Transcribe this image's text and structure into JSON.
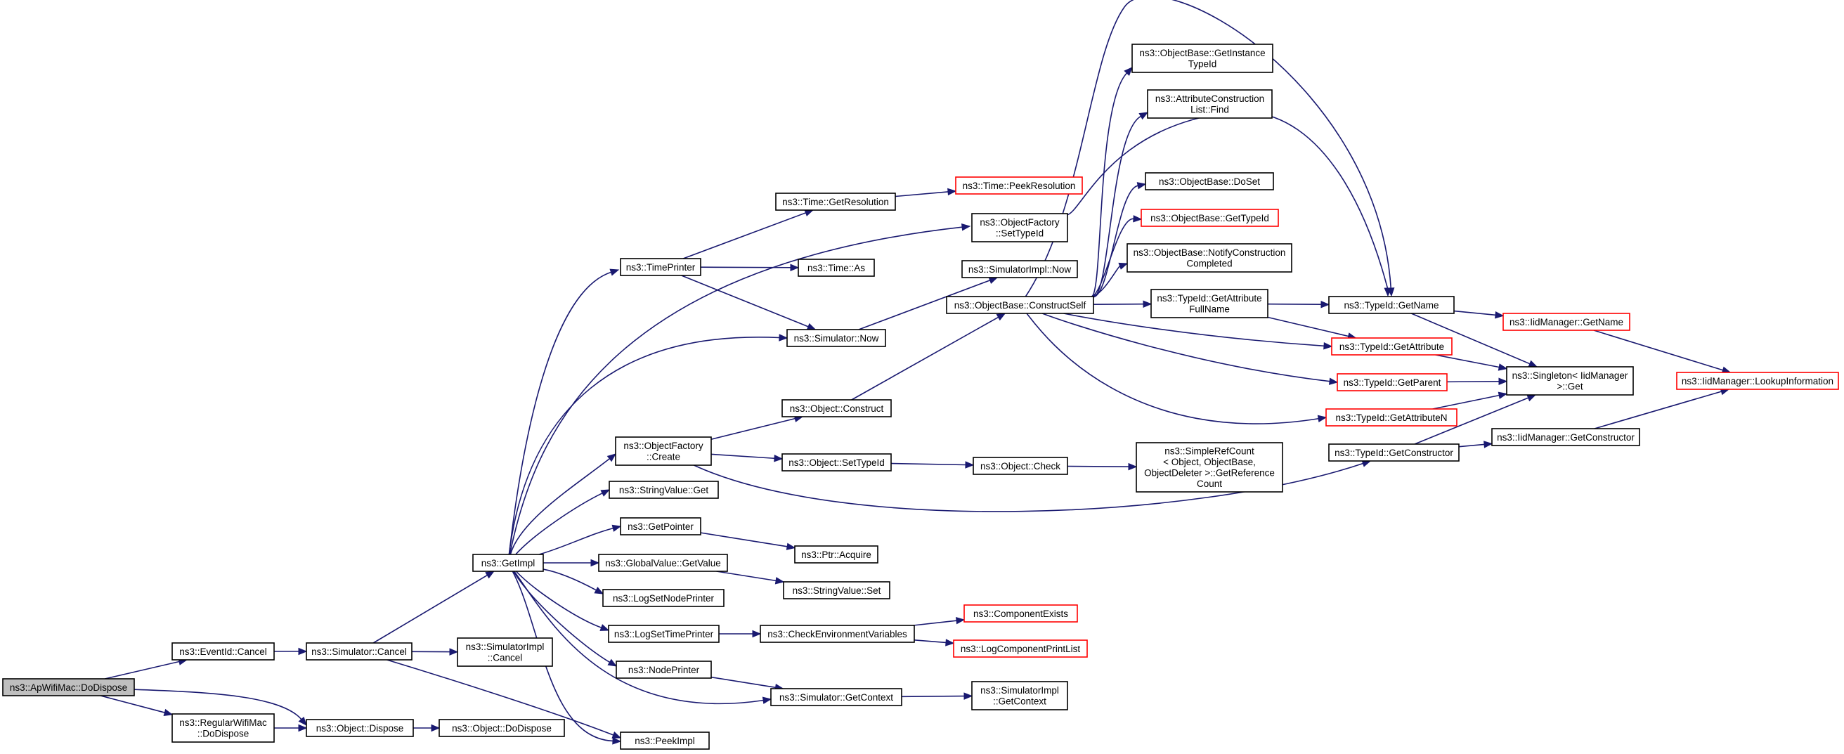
{
  "colors": {
    "edge": "#191970",
    "border": "#000000",
    "truncated_border": "#ff0000",
    "root_fill": "#bfbfbf"
  },
  "nodes": [
    {
      "id": "apwifimac_dodispose",
      "lines": [
        "ns3::ApWifiMac::DoDispose"
      ],
      "root": true
    },
    {
      "id": "eventid_cancel",
      "lines": [
        "ns3::EventId::Cancel"
      ]
    },
    {
      "id": "regularwifimac_dodispose",
      "lines": [
        "ns3::RegularWifiMac",
        "::DoDispose"
      ]
    },
    {
      "id": "simulator_cancel",
      "lines": [
        "ns3::Simulator::Cancel"
      ]
    },
    {
      "id": "object_dispose",
      "lines": [
        "ns3::Object::Dispose"
      ]
    },
    {
      "id": "getimpl",
      "lines": [
        "ns3::GetImpl"
      ]
    },
    {
      "id": "simulatorimpl_cancel",
      "lines": [
        "ns3::SimulatorImpl",
        "::Cancel"
      ]
    },
    {
      "id": "peekimpl",
      "lines": [
        "ns3::PeekImpl"
      ]
    },
    {
      "id": "object_dodispose",
      "lines": [
        "ns3::Object::DoDispose"
      ]
    },
    {
      "id": "timeprinter",
      "lines": [
        "ns3::TimePrinter"
      ]
    },
    {
      "id": "objectfactory_create",
      "lines": [
        "ns3::ObjectFactory",
        "::Create"
      ]
    },
    {
      "id": "stringvalue_get",
      "lines": [
        "ns3::StringValue::Get"
      ]
    },
    {
      "id": "getpointer",
      "lines": [
        "ns3::GetPointer"
      ]
    },
    {
      "id": "globalvalue_getvalue",
      "lines": [
        "ns3::GlobalValue::GetValue"
      ]
    },
    {
      "id": "logsetnodeprinter",
      "lines": [
        "ns3::LogSetNodePrinter"
      ]
    },
    {
      "id": "logsettimeprinter",
      "lines": [
        "ns3::LogSetTimePrinter"
      ]
    },
    {
      "id": "nodeprinter",
      "lines": [
        "ns3::NodePrinter"
      ]
    },
    {
      "id": "time_getresolution",
      "lines": [
        "ns3::Time::GetResolution"
      ]
    },
    {
      "id": "time_as",
      "lines": [
        "ns3::Time::As"
      ]
    },
    {
      "id": "simulator_now",
      "lines": [
        "ns3::Simulator::Now"
      ]
    },
    {
      "id": "object_construct",
      "lines": [
        "ns3::Object::Construct"
      ]
    },
    {
      "id": "object_settypeid",
      "lines": [
        "ns3::Object::SetTypeId"
      ]
    },
    {
      "id": "ptr_acquire",
      "lines": [
        "ns3::Ptr::Acquire"
      ]
    },
    {
      "id": "stringvalue_set",
      "lines": [
        "ns3::StringValue::Set"
      ]
    },
    {
      "id": "checkenvironmentvariables",
      "lines": [
        "ns3::CheckEnvironmentVariables"
      ]
    },
    {
      "id": "simulator_getcontext",
      "lines": [
        "ns3::Simulator::GetContext"
      ]
    },
    {
      "id": "time_peekresolution",
      "lines": [
        "ns3::Time::PeekResolution"
      ],
      "truncated": true
    },
    {
      "id": "objectfactory_settypeid",
      "lines": [
        "ns3::ObjectFactory",
        "::SetTypeId"
      ]
    },
    {
      "id": "simulatorimpl_now",
      "lines": [
        "ns3::SimulatorImpl::Now"
      ]
    },
    {
      "id": "objectbase_constructself",
      "lines": [
        "ns3::ObjectBase::ConstructSelf"
      ]
    },
    {
      "id": "object_check",
      "lines": [
        "ns3::Object::Check"
      ]
    },
    {
      "id": "componentexists",
      "lines": [
        "ns3::ComponentExists"
      ],
      "truncated": true
    },
    {
      "id": "logcomponentprintlist",
      "lines": [
        "ns3::LogComponentPrintList"
      ],
      "truncated": true
    },
    {
      "id": "simulatorimpl_getcontext",
      "lines": [
        "ns3::SimulatorImpl",
        "::GetContext"
      ]
    },
    {
      "id": "objectbase_getinstancetypeid",
      "lines": [
        "ns3::ObjectBase::GetInstance",
        "TypeId"
      ]
    },
    {
      "id": "attributeconstructionlist_find",
      "lines": [
        "ns3::AttributeConstruction",
        "List::Find"
      ]
    },
    {
      "id": "objectbase_doset",
      "lines": [
        "ns3::ObjectBase::DoSet"
      ]
    },
    {
      "id": "objectbase_gettypeid",
      "lines": [
        "ns3::ObjectBase::GetTypeId"
      ],
      "truncated": true
    },
    {
      "id": "objectbase_notifyconstructioncompleted",
      "lines": [
        "ns3::ObjectBase::NotifyConstruction",
        "Completed"
      ]
    },
    {
      "id": "typeid_getattributefullname",
      "lines": [
        "ns3::TypeId::GetAttribute",
        "FullName"
      ]
    },
    {
      "id": "simplerefcount_getreferencecount",
      "lines": [
        "ns3::SimpleRefCount",
        "< Object, ObjectBase,",
        "ObjectDeleter >::GetReference",
        "Count"
      ]
    },
    {
      "id": "typeid_getname",
      "lines": [
        "ns3::TypeId::GetName"
      ]
    },
    {
      "id": "typeid_getattribute",
      "lines": [
        "ns3::TypeId::GetAttribute"
      ],
      "truncated": true
    },
    {
      "id": "typeid_getparent",
      "lines": [
        "ns3::TypeId::GetParent"
      ],
      "truncated": true
    },
    {
      "id": "typeid_getattributen",
      "lines": [
        "ns3::TypeId::GetAttributeN"
      ],
      "truncated": true
    },
    {
      "id": "typeid_getconstructor",
      "lines": [
        "ns3::TypeId::GetConstructor"
      ]
    },
    {
      "id": "iidmanager_getname",
      "lines": [
        "ns3::IidManager::GetName"
      ],
      "truncated": true
    },
    {
      "id": "singleton_iidmanager_get",
      "lines": [
        "ns3::Singleton< IidManager",
        ">::Get"
      ]
    },
    {
      "id": "iidmanager_getconstructor",
      "lines": [
        "ns3::IidManager::GetConstructor"
      ]
    },
    {
      "id": "iidmanager_lookupinformation",
      "lines": [
        "ns3::IidManager::LookupInformation"
      ],
      "truncated": true
    }
  ],
  "edges": [
    [
      "apwifimac_dodispose",
      "eventid_cancel"
    ],
    [
      "apwifimac_dodispose",
      "regularwifimac_dodispose"
    ],
    [
      "apwifimac_dodispose",
      "object_dispose"
    ],
    [
      "eventid_cancel",
      "simulator_cancel"
    ],
    [
      "regularwifimac_dodispose",
      "object_dispose"
    ],
    [
      "simulator_cancel",
      "getimpl"
    ],
    [
      "simulator_cancel",
      "simulatorimpl_cancel"
    ],
    [
      "simulator_cancel",
      "peekimpl"
    ],
    [
      "object_dispose",
      "object_dodispose"
    ],
    [
      "getimpl",
      "timeprinter"
    ],
    [
      "getimpl",
      "objectfactory_settypeid"
    ],
    [
      "getimpl",
      "simulator_now"
    ],
    [
      "getimpl",
      "objectfactory_create"
    ],
    [
      "getimpl",
      "stringvalue_get"
    ],
    [
      "getimpl",
      "getpointer"
    ],
    [
      "getimpl",
      "globalvalue_getvalue"
    ],
    [
      "getimpl",
      "logsetnodeprinter"
    ],
    [
      "getimpl",
      "logsettimeprinter"
    ],
    [
      "getimpl",
      "nodeprinter"
    ],
    [
      "getimpl",
      "simulator_getcontext"
    ],
    [
      "getimpl",
      "peekimpl"
    ],
    [
      "timeprinter",
      "time_getresolution"
    ],
    [
      "timeprinter",
      "time_as"
    ],
    [
      "timeprinter",
      "simulator_now"
    ],
    [
      "time_getresolution",
      "time_peekresolution"
    ],
    [
      "simulator_now",
      "simulatorimpl_now"
    ],
    [
      "objectfactory_create",
      "object_construct"
    ],
    [
      "objectfactory_create",
      "object_settypeid"
    ],
    [
      "objectfactory_create",
      "typeid_getconstructor"
    ],
    [
      "object_construct",
      "objectbase_constructself"
    ],
    [
      "object_settypeid",
      "object_check"
    ],
    [
      "object_check",
      "simplerefcount_getreferencecount"
    ],
    [
      "getpointer",
      "ptr_acquire"
    ],
    [
      "globalvalue_getvalue",
      "stringvalue_set"
    ],
    [
      "logsettimeprinter",
      "checkenvironmentvariables"
    ],
    [
      "checkenvironmentvariables",
      "componentexists"
    ],
    [
      "checkenvironmentvariables",
      "logcomponentprintlist"
    ],
    [
      "nodeprinter",
      "simulator_getcontext"
    ],
    [
      "simulator_getcontext",
      "simulatorimpl_getcontext"
    ],
    [
      "objectfactory_settypeid",
      "typeid_getname"
    ],
    [
      "objectbase_constructself",
      "objectbase_getinstancetypeid"
    ],
    [
      "objectbase_constructself",
      "attributeconstructionlist_find"
    ],
    [
      "objectbase_constructself",
      "objectbase_doset"
    ],
    [
      "objectbase_constructself",
      "objectbase_gettypeid"
    ],
    [
      "objectbase_constructself",
      "objectbase_notifyconstructioncompleted"
    ],
    [
      "objectbase_constructself",
      "typeid_getattributefullname"
    ],
    [
      "objectbase_constructself",
      "typeid_getname"
    ],
    [
      "objectbase_constructself",
      "typeid_getattribute"
    ],
    [
      "objectbase_constructself",
      "typeid_getparent"
    ],
    [
      "objectbase_constructself",
      "typeid_getattributen"
    ],
    [
      "typeid_getattributefullname",
      "typeid_getname"
    ],
    [
      "typeid_getattributefullname",
      "typeid_getattribute"
    ],
    [
      "typeid_getname",
      "iidmanager_getname"
    ],
    [
      "typeid_getname",
      "singleton_iidmanager_get"
    ],
    [
      "typeid_getattribute",
      "singleton_iidmanager_get"
    ],
    [
      "typeid_getparent",
      "singleton_iidmanager_get"
    ],
    [
      "typeid_getattributen",
      "singleton_iidmanager_get"
    ],
    [
      "typeid_getconstructor",
      "singleton_iidmanager_get"
    ],
    [
      "typeid_getconstructor",
      "iidmanager_getconstructor"
    ],
    [
      "iidmanager_getname",
      "iidmanager_lookupinformation"
    ],
    [
      "iidmanager_getconstructor",
      "iidmanager_lookupinformation"
    ]
  ]
}
